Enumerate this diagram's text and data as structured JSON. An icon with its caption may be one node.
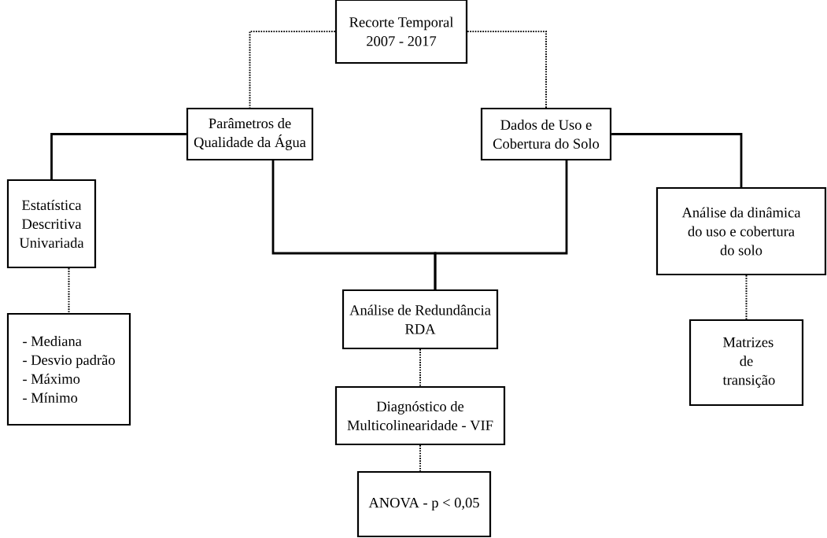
{
  "diagram": {
    "nodes": [
      {
        "text": [
          "Recorte Temporal",
          "2007 - 2017"
        ]
      },
      {
        "text": [
          "Parâmetros de",
          "Qualidade da Água"
        ]
      },
      {
        "text": [
          "Dados de Uso e",
          "Cobertura do Solo"
        ]
      },
      {
        "text": [
          "Estatística",
          "Descritiva",
          "Univariada"
        ]
      },
      {
        "text": [
          "Análise da dinâmica",
          "do uso e cobertura",
          "do solo"
        ]
      },
      {
        "text": [
          "- Mediana",
          "- Desvio padrão",
          "- Máximo",
          "- Mínimo"
        ]
      },
      {
        "text": [
          "Análise de Redundância",
          "RDA"
        ]
      },
      {
        "text": [
          "Matrizes de transição"
        ]
      },
      {
        "text": [
          "Diagnóstico de",
          "Multicolinearidade - VIF"
        ]
      },
      {
        "text": [
          "ANOVA - p < 0,05"
        ]
      }
    ],
    "edges": [
      {
        "from": 0,
        "to": 1,
        "arrow": "none",
        "style": "dashed"
      },
      {
        "from": 0,
        "to": 2,
        "arrow": "none",
        "style": "dashed"
      },
      {
        "from": 1,
        "to": 3,
        "arrow": "none"
      },
      {
        "from": 2,
        "to": 4,
        "arrow": "none"
      },
      {
        "from": 1,
        "to": 6,
        "arrow": "none"
      },
      {
        "from": 2,
        "to": 6,
        "arrow": "none"
      },
      {
        "from": 3,
        "to": 5,
        "arrow": "none",
        "style": "dashed"
      },
      {
        "from": 4,
        "to": 7,
        "arrow": "none",
        "style": "dashed"
      },
      {
        "from": 6,
        "to": 8,
        "arrow": "none",
        "style": "dashed"
      },
      {
        "from": 8,
        "to": 9,
        "arrow": "none",
        "style": "dashed"
      }
    ]
  }
}
